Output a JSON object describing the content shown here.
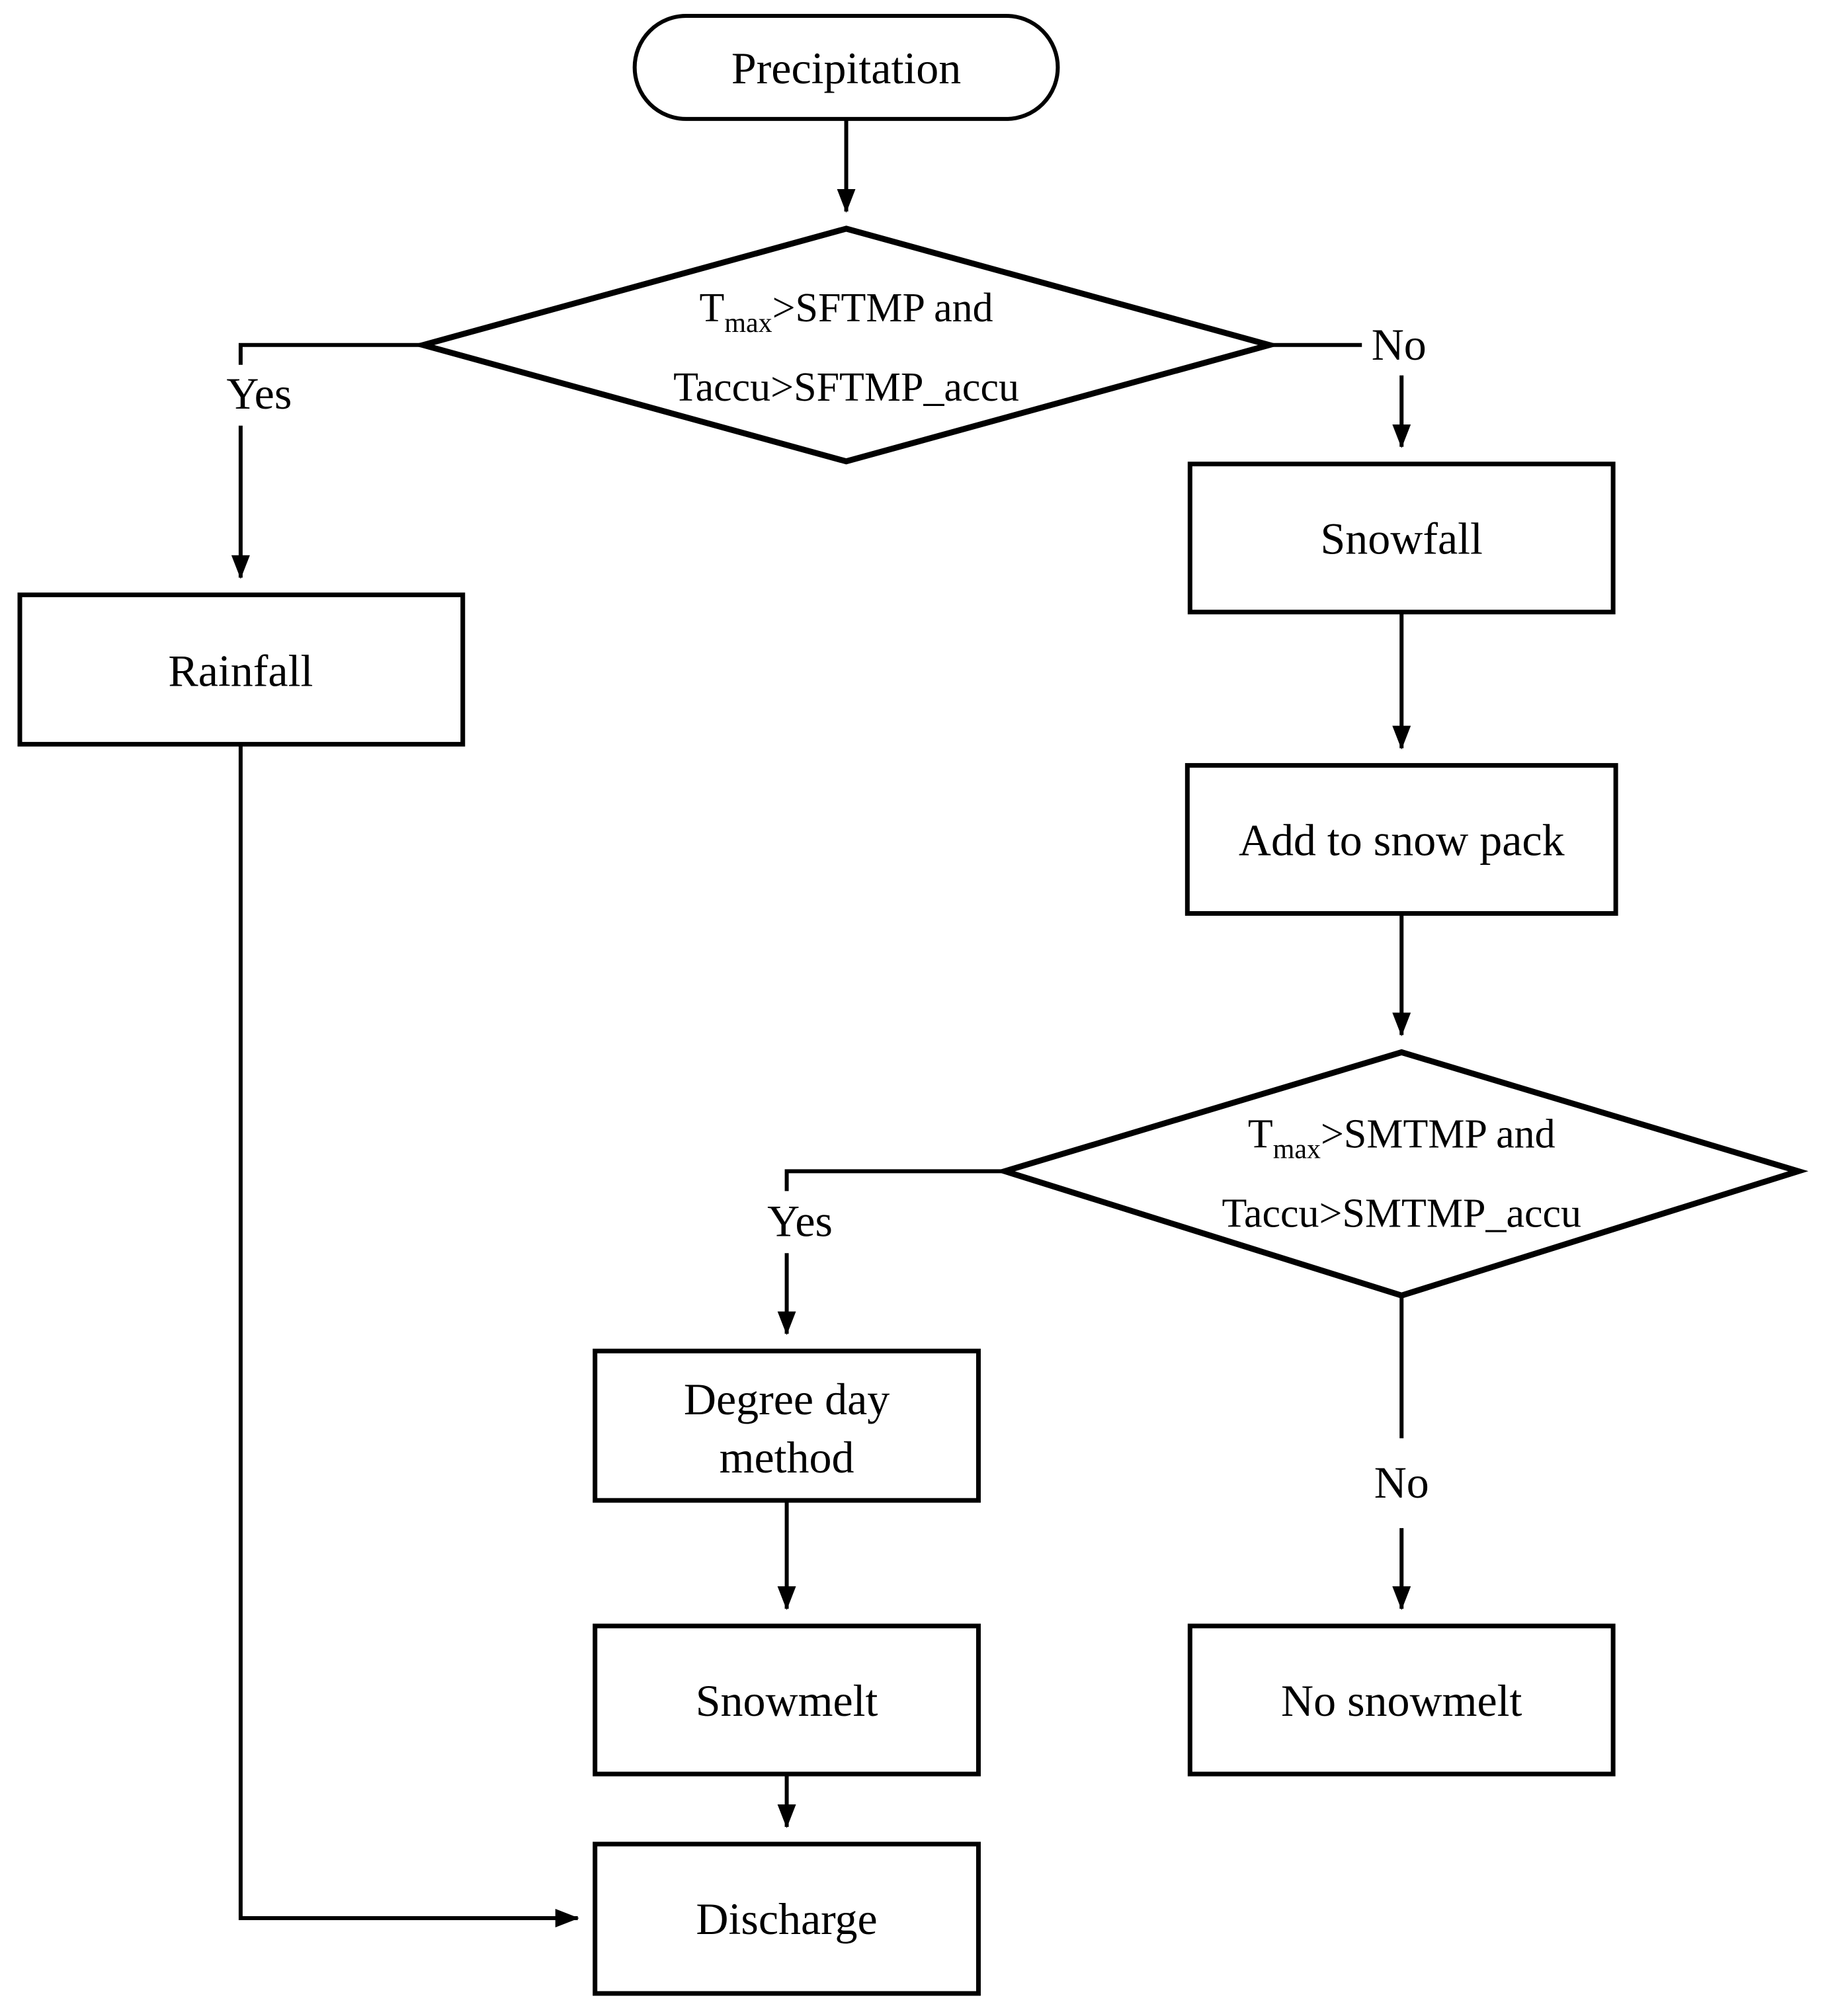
{
  "flowchart": {
    "nodes": {
      "precipitation": {
        "label": "Precipitation"
      },
      "decision_snowfall": {
        "t": "T",
        "t_subscript": "max",
        "condition_line1_rest": ">SFTMP and",
        "condition_line2": "Taccu>SFTMP_accu"
      },
      "rainfall": {
        "label": "Rainfall"
      },
      "snowfall": {
        "label": "Snowfall"
      },
      "add_to_snow_pack": {
        "label": "Add to snow pack"
      },
      "decision_snowmelt": {
        "t": "T",
        "t_subscript": "max",
        "condition_line1_rest": ">SMTMP and",
        "condition_line2": "Taccu>SMTMP_accu"
      },
      "degree_day_method": {
        "label_line1": "Degree day",
        "label_line2": "method"
      },
      "snowmelt": {
        "label": "Snowmelt"
      },
      "no_snowmelt": {
        "label": "No snowmelt"
      },
      "discharge": {
        "label": "Discharge"
      }
    },
    "edge_labels": {
      "decision1_yes": "Yes",
      "decision1_no": "No",
      "decision2_yes": "Yes",
      "decision2_no": "No"
    },
    "colors": {
      "line": "#000000",
      "shape_fill": "#ffffff",
      "text": "#000000",
      "background": "#ffffff"
    }
  }
}
